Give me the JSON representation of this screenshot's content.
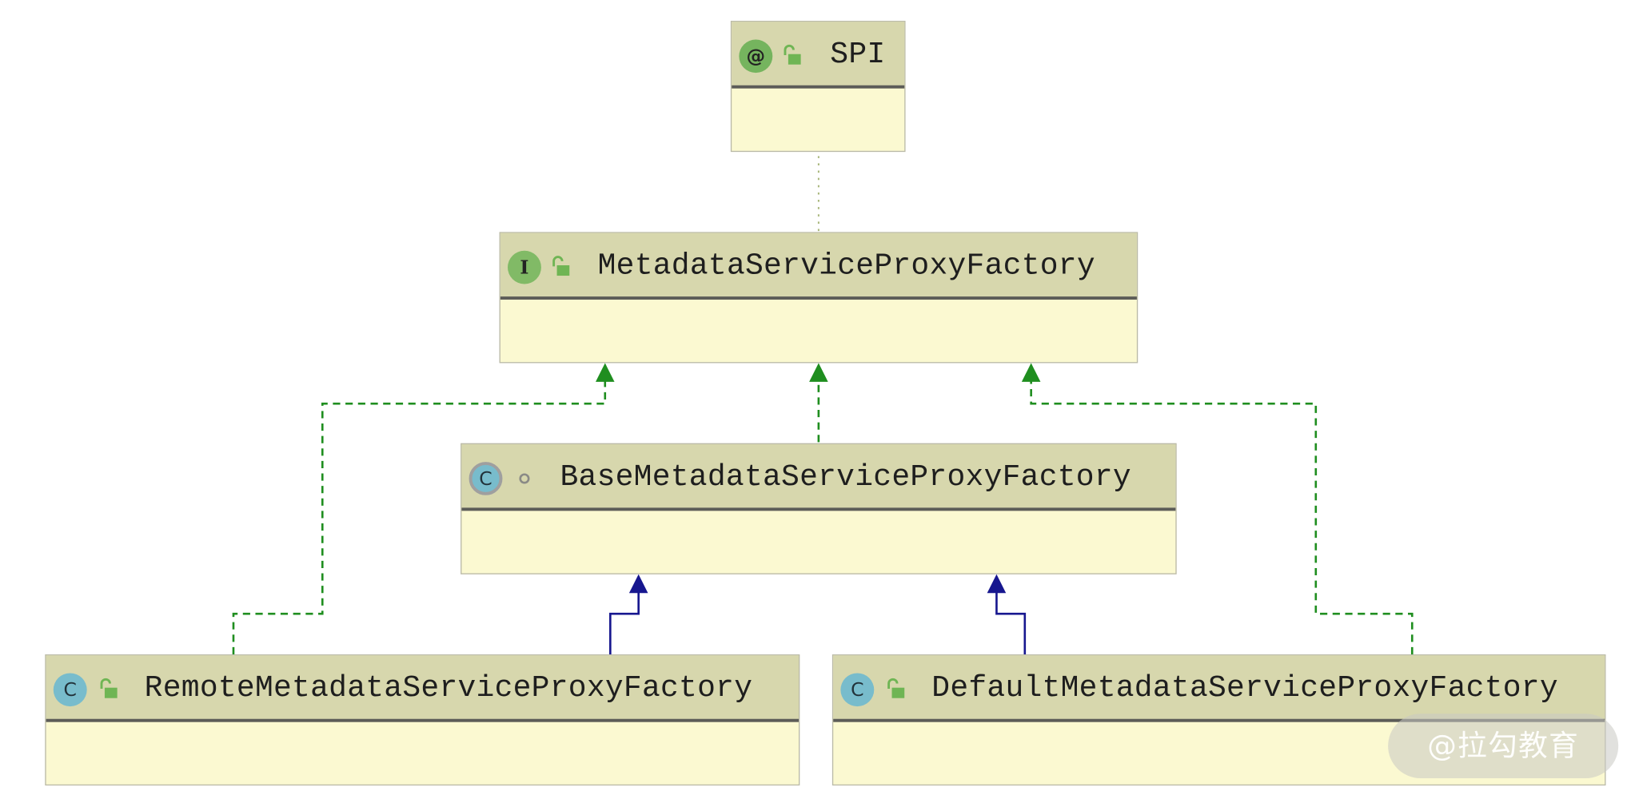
{
  "diagram": {
    "nodes": [
      {
        "id": "spi",
        "kind": "annotation",
        "kind_glyph": "@",
        "name": "SPI",
        "modifier_icon": "unlocked-icon"
      },
      {
        "id": "mspf",
        "kind": "interface",
        "kind_glyph": "I",
        "name": "MetadataServiceProxyFactory",
        "modifier_icon": "unlocked-icon"
      },
      {
        "id": "bmspf",
        "kind": "abstract-class",
        "kind_glyph": "C",
        "name": "BaseMetadataServiceProxyFactory",
        "modifier_icon": "package-private-icon"
      },
      {
        "id": "rmspf",
        "kind": "class",
        "kind_glyph": "C",
        "name": "RemoteMetadataServiceProxyFactory",
        "modifier_icon": "unlocked-icon"
      },
      {
        "id": "dmspf",
        "kind": "class",
        "kind_glyph": "C",
        "name": "DefaultMetadataServiceProxyFactory",
        "modifier_icon": "unlocked-icon"
      }
    ],
    "edges": [
      {
        "from": "mspf",
        "to": "spi",
        "type": "annotated-by",
        "style": "dotted"
      },
      {
        "from": "bmspf",
        "to": "mspf",
        "type": "implements",
        "style": "dashed"
      },
      {
        "from": "rmspf",
        "to": "mspf",
        "type": "implements",
        "style": "dashed"
      },
      {
        "from": "dmspf",
        "to": "mspf",
        "type": "implements",
        "style": "dashed"
      },
      {
        "from": "rmspf",
        "to": "bmspf",
        "type": "extends",
        "style": "solid"
      },
      {
        "from": "dmspf",
        "to": "bmspf",
        "type": "extends",
        "style": "solid"
      }
    ],
    "colors": {
      "header": "#d7d7ad",
      "body": "#fbf9d1",
      "implements_edge": "#1f8e1f",
      "extends_edge": "#17178f",
      "annotation_edge": "#a8b67a"
    }
  },
  "watermark": "@拉勾教育"
}
